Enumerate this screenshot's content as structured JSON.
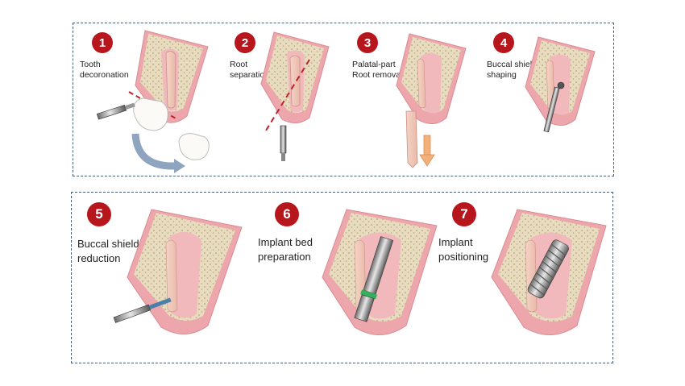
{
  "steps": [
    {
      "num": "1",
      "label": "Tooth\ndecoronation"
    },
    {
      "num": "2",
      "label": "Root\nseparation"
    },
    {
      "num": "3",
      "label": "Palatal-part\nRoot removal"
    },
    {
      "num": "4",
      "label": "Buccal shield\nshaping"
    },
    {
      "num": "5",
      "label": "Buccal shield\nreduction"
    },
    {
      "num": "6",
      "label": "Implant bed\npreparation"
    },
    {
      "num": "7",
      "label": "Implant\npositioning"
    }
  ],
  "colors": {
    "badge": "#b8161d",
    "gum": "#eda6ab",
    "gum_edge": "#d98b92",
    "bone": "#e8dcc0",
    "cut_line": "#c0202a",
    "frame": "#4a5f78",
    "arrow": "#f2b07a"
  },
  "icons": [
    "tooth-crown-icon",
    "drill-bur-icon",
    "rotate-arrow-icon",
    "implant-icon",
    "down-arrow-icon"
  ]
}
